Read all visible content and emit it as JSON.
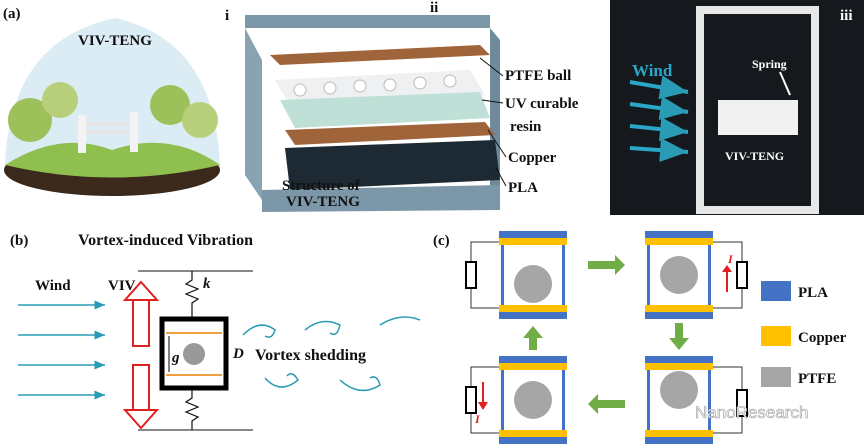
{
  "panel_a": {
    "label": "(a)",
    "scene_title": "VIV-TENG",
    "sub_i": "i",
    "sub_ii": "ii",
    "sub_iii": "iii",
    "structure_caption_1": "Structure of",
    "structure_caption_2": "VIV-TENG",
    "parts": [
      "PTFE ball",
      "UV curable",
      "resin",
      "Copper",
      "PLA"
    ],
    "photo": {
      "wind": "Wind",
      "spring": "Spring",
      "device": "VIV-TENG"
    }
  },
  "panel_b": {
    "label": "(b)",
    "title": "Vortex-induced Vibration",
    "wind": "Wind",
    "viv": "VIV",
    "k": "k",
    "g": "g",
    "D": "D",
    "vortex": "Vortex shedding"
  },
  "panel_c": {
    "label": "(c)",
    "current": "I",
    "legend": [
      {
        "label": "PLA",
        "color": "#4472c4"
      },
      {
        "label": "Copper",
        "color": "#ffc000"
      },
      {
        "label": "PTFE",
        "color": "#a6a6a6"
      }
    ],
    "arrow_color": "#70ad47"
  },
  "watermark": "NanoResearch"
}
